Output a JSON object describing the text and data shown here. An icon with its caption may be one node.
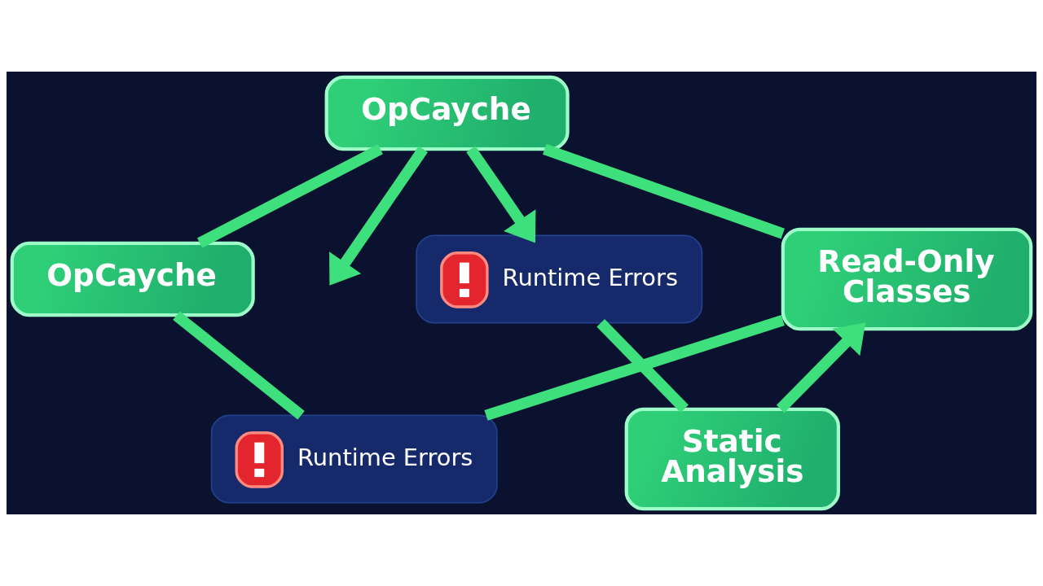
{
  "diagram": {
    "nodes": [
      {
        "text": [
          "OpCayche"
        ]
      },
      {
        "text": [
          "Runtime Errors"
        ]
      },
      {
        "text": [
          "OpCayche"
        ]
      },
      {
        "text": [
          "Read-Only Classes"
        ]
      },
      {
        "text": [
          "Static Analysis"
        ]
      },
      {
        "text": [
          "Runtime Errors"
        ]
      }
    ],
    "edges": [
      {
        "from": 0,
        "to": 2,
        "arrow": "none"
      },
      {
        "from": 0,
        "to": null,
        "arrow": "to"
      },
      {
        "from": 0,
        "to": 1,
        "arrow": "to"
      },
      {
        "from": 0,
        "to": 3,
        "arrow": "none"
      },
      {
        "from": 3,
        "to": 5,
        "arrow": "none"
      },
      {
        "from": 2,
        "to": 5,
        "arrow": "none"
      },
      {
        "from": 1,
        "to": 4,
        "arrow": "none"
      },
      {
        "from": 4,
        "to": 3,
        "arrow": "to"
      }
    ]
  }
}
